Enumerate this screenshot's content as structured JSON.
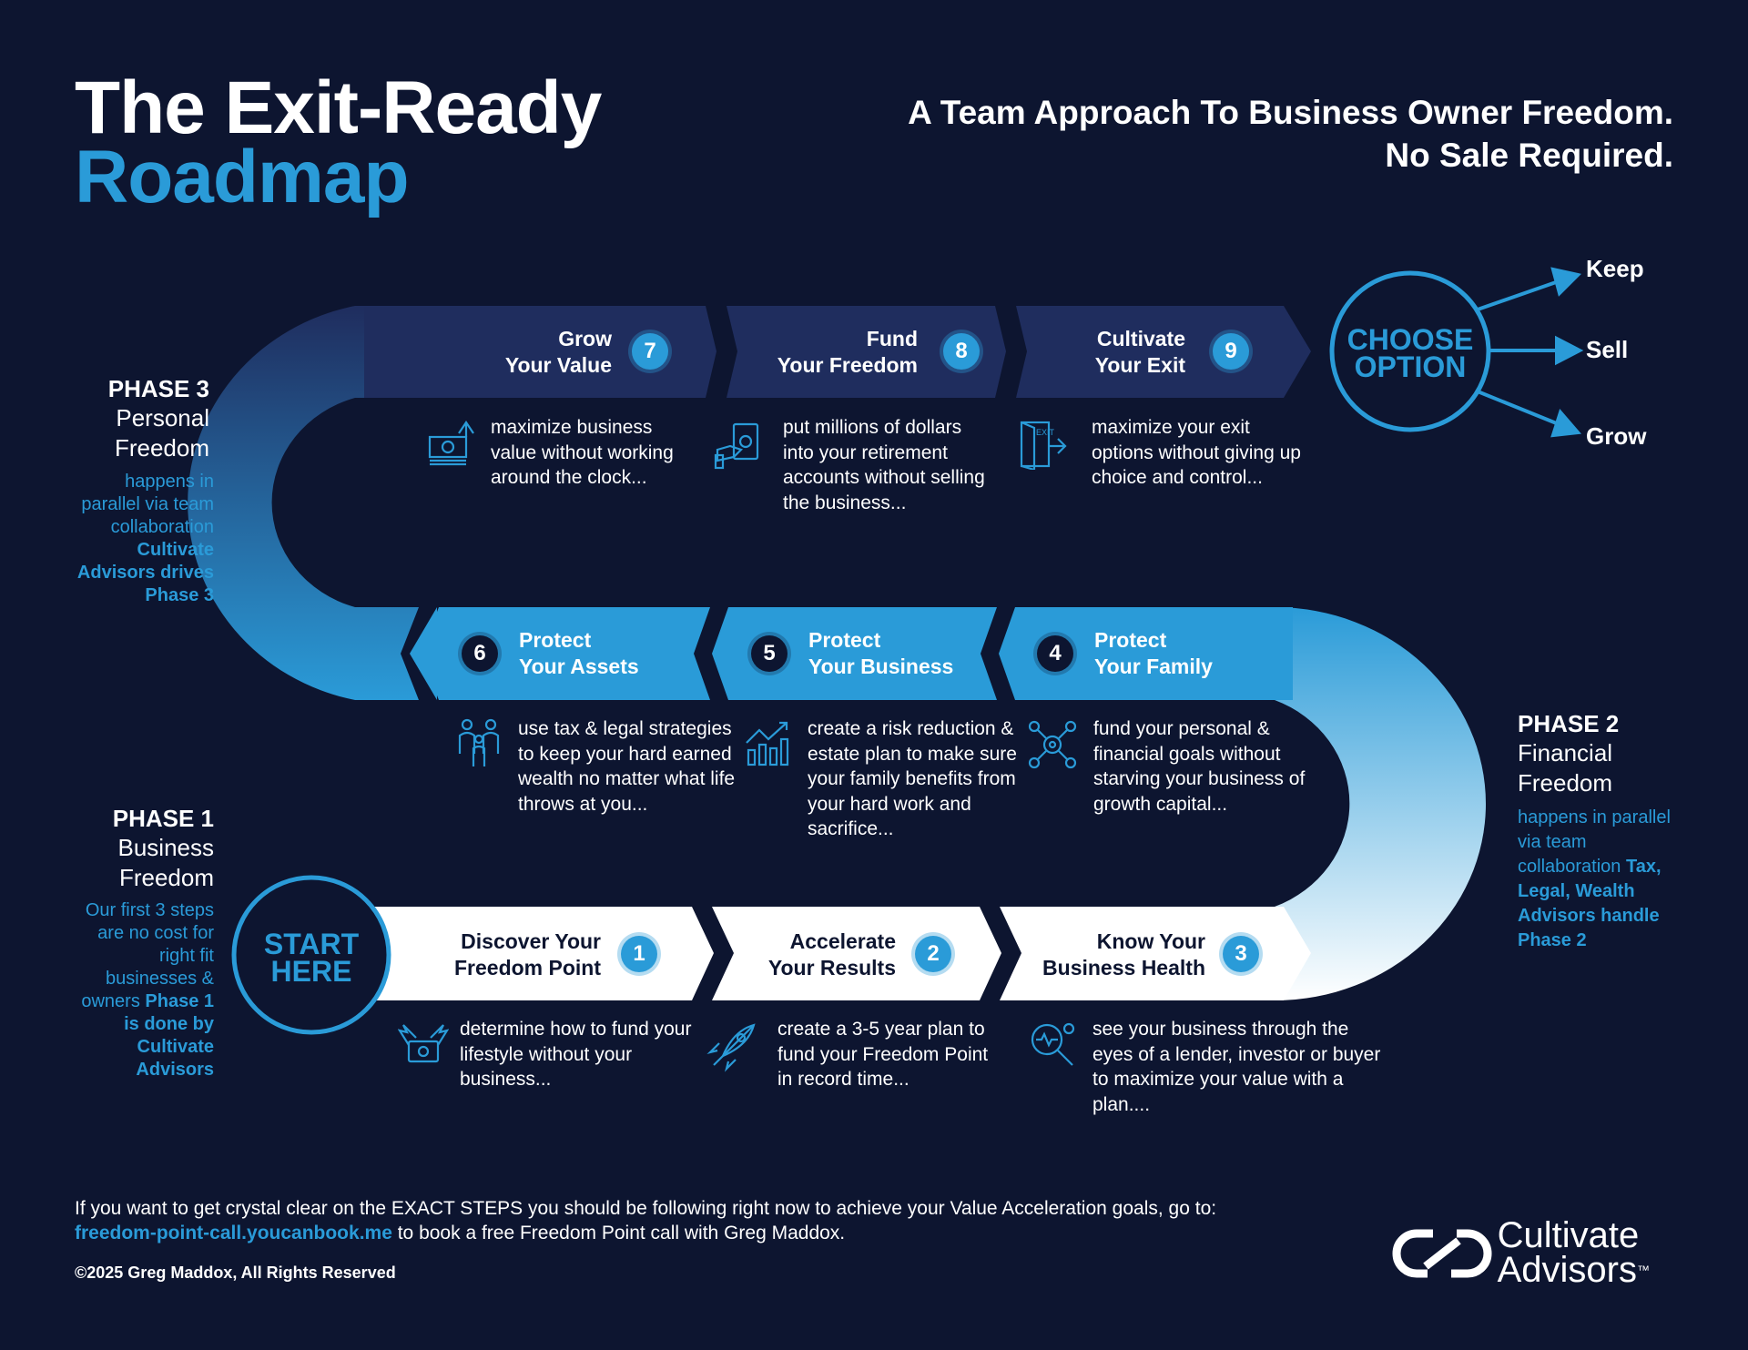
{
  "header": {
    "title_line1": "The Exit-Ready",
    "title_line2": "Roadmap",
    "subtitle_line1": "A Team Approach To Business Owner Freedom.",
    "subtitle_line2": "No Sale Required."
  },
  "phases": {
    "phase3": {
      "head": "PHASE 3",
      "name1": "Personal",
      "name2": "Freedom",
      "note": "happens in parallel via team collaboration",
      "note_bold": "Cultivate Advisors drives Phase 3"
    },
    "phase2": {
      "head": "PHASE 2",
      "name1": "Financial",
      "name2": "Freedom",
      "note": "happens in parallel via team collaboration",
      "note_bold": "Tax, Legal, Wealth Advisors handle Phase 2"
    },
    "phase1": {
      "head": "PHASE 1",
      "name1": "Business",
      "name2": "Freedom",
      "note": "Our first 3 steps are no cost for right fit businesses & owners",
      "note_bold": "Phase 1 is done by Cultivate Advisors"
    }
  },
  "start": {
    "line1": "START",
    "line2": "HERE"
  },
  "choose": {
    "line1": "CHOOSE",
    "line2": "OPTION",
    "options": [
      "Keep",
      "Sell",
      "Grow"
    ]
  },
  "steps": [
    {
      "num": "1",
      "t1": "Discover Your",
      "t2": "Freedom Point",
      "desc": "determine how to fund your lifestyle without your business...",
      "icon": "money-wings-icon"
    },
    {
      "num": "2",
      "t1": "Accelerate",
      "t2": "Your Results",
      "desc": "create a 3-5 year plan to fund your Freedom Point in record time...",
      "icon": "rocket-icon"
    },
    {
      "num": "3",
      "t1": "Know Your",
      "t2": "Business Health",
      "desc": "see your business through the eyes of a lender, investor or buyer to maximize your value with a plan....",
      "icon": "magnifier-gear-icon"
    },
    {
      "num": "4",
      "t1": "Protect",
      "t2": "Your Family",
      "desc": "fund your personal & financial goals without starving your business of growth capital...",
      "icon": "gear-network-icon"
    },
    {
      "num": "5",
      "t1": "Protect",
      "t2": "Your Business",
      "desc": "create a risk reduction & estate plan to make sure your family benefits from your hard work and sacrifice...",
      "icon": "chart-growth-icon"
    },
    {
      "num": "6",
      "t1": "Protect",
      "t2": "Your Assets",
      "desc": "use tax & legal strategies to keep your hard earned wealth no matter what life throws at you...",
      "icon": "family-icon"
    },
    {
      "num": "7",
      "t1": "Grow",
      "t2": "Your Value",
      "desc": "maximize business value without working around the clock...",
      "icon": "cash-stack-icon"
    },
    {
      "num": "8",
      "t1": "Fund",
      "t2": "Your Freedom",
      "desc": "put millions of dollars into your retirement accounts without selling the business...",
      "icon": "money-hand-icon"
    },
    {
      "num": "9",
      "t1": "Cultivate",
      "t2": "Your Exit",
      "desc": "maximize your exit options without giving up choice and control...",
      "icon": "exit-door-icon"
    }
  ],
  "footer": {
    "text_before": "If you want to get crystal clear on the EXACT STEPS you should be following right now to achieve your Value Acceleration goals, go to: ",
    "link": "freedom-point-call.youcanbook.me",
    "text_after": " to book a free Freedom Point call with Greg Maddox.",
    "copyright": "©2025 Greg Maddox, All Rights Reserved"
  },
  "logo": {
    "line1": "Cultivate",
    "line2": "Advisors",
    "tm": "™"
  },
  "colors": {
    "background": "#0d1530",
    "accent": "#2a9bd8",
    "band_dark": "#1f2d5e",
    "band_mid": "#2a9bd8"
  }
}
